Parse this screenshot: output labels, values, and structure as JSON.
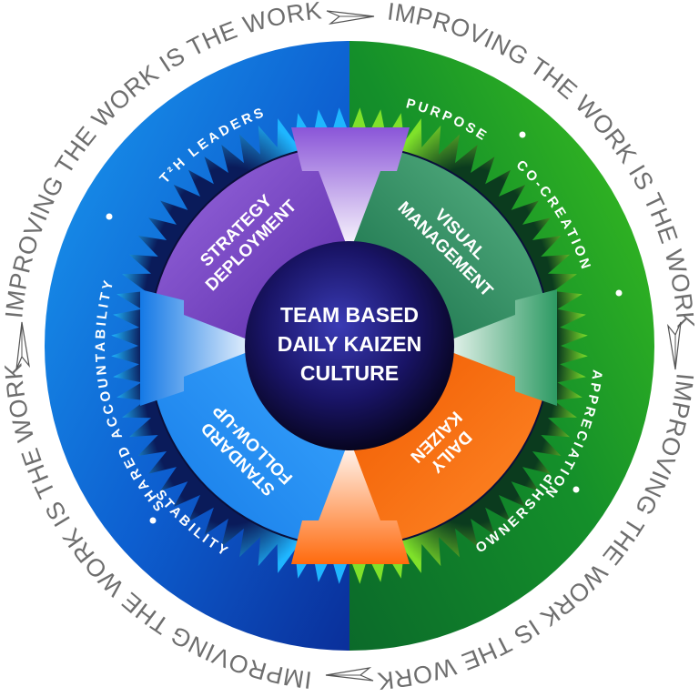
{
  "outer_phrase": [
    "IMPROVING THE WORK IS THE WORK",
    "IMPROVING THE WORK IS THE WORK",
    "IMPROVING THE WORK IS THE WORK",
    "IMPROVING THE WORK IS THE WORK"
  ],
  "ring_labels": {
    "leaders": "T²H LEADERS",
    "purpose": "PURPOSE",
    "co_creation": "CO-CREATION",
    "appreciation": "APPRECIATION",
    "ownership": "OWNERSHIP",
    "stability": "STABILITY",
    "shared_accountability": "SHARED ACCOUNTABILITY"
  },
  "segments": {
    "strategy": [
      "STRATEGY",
      "DEPLOYMENT"
    ],
    "visual": [
      "VISUAL",
      "MANAGEMENT"
    ],
    "daily": [
      "DAILY",
      "KAIZEN"
    ],
    "standard": [
      "STANDARD",
      "FOLLOW-UP"
    ]
  },
  "center": [
    "TEAM BASED",
    "DAILY KAIZEN",
    "CULTURE"
  ],
  "colors": {
    "blue": "#0d6fd6",
    "green": "#1c8f35",
    "purple": "#7a43c9",
    "teal_green": "#1f8a57",
    "orange": "#ff6a0d",
    "center": "#14105a"
  },
  "icons": [
    "paper-plane-icon"
  ]
}
